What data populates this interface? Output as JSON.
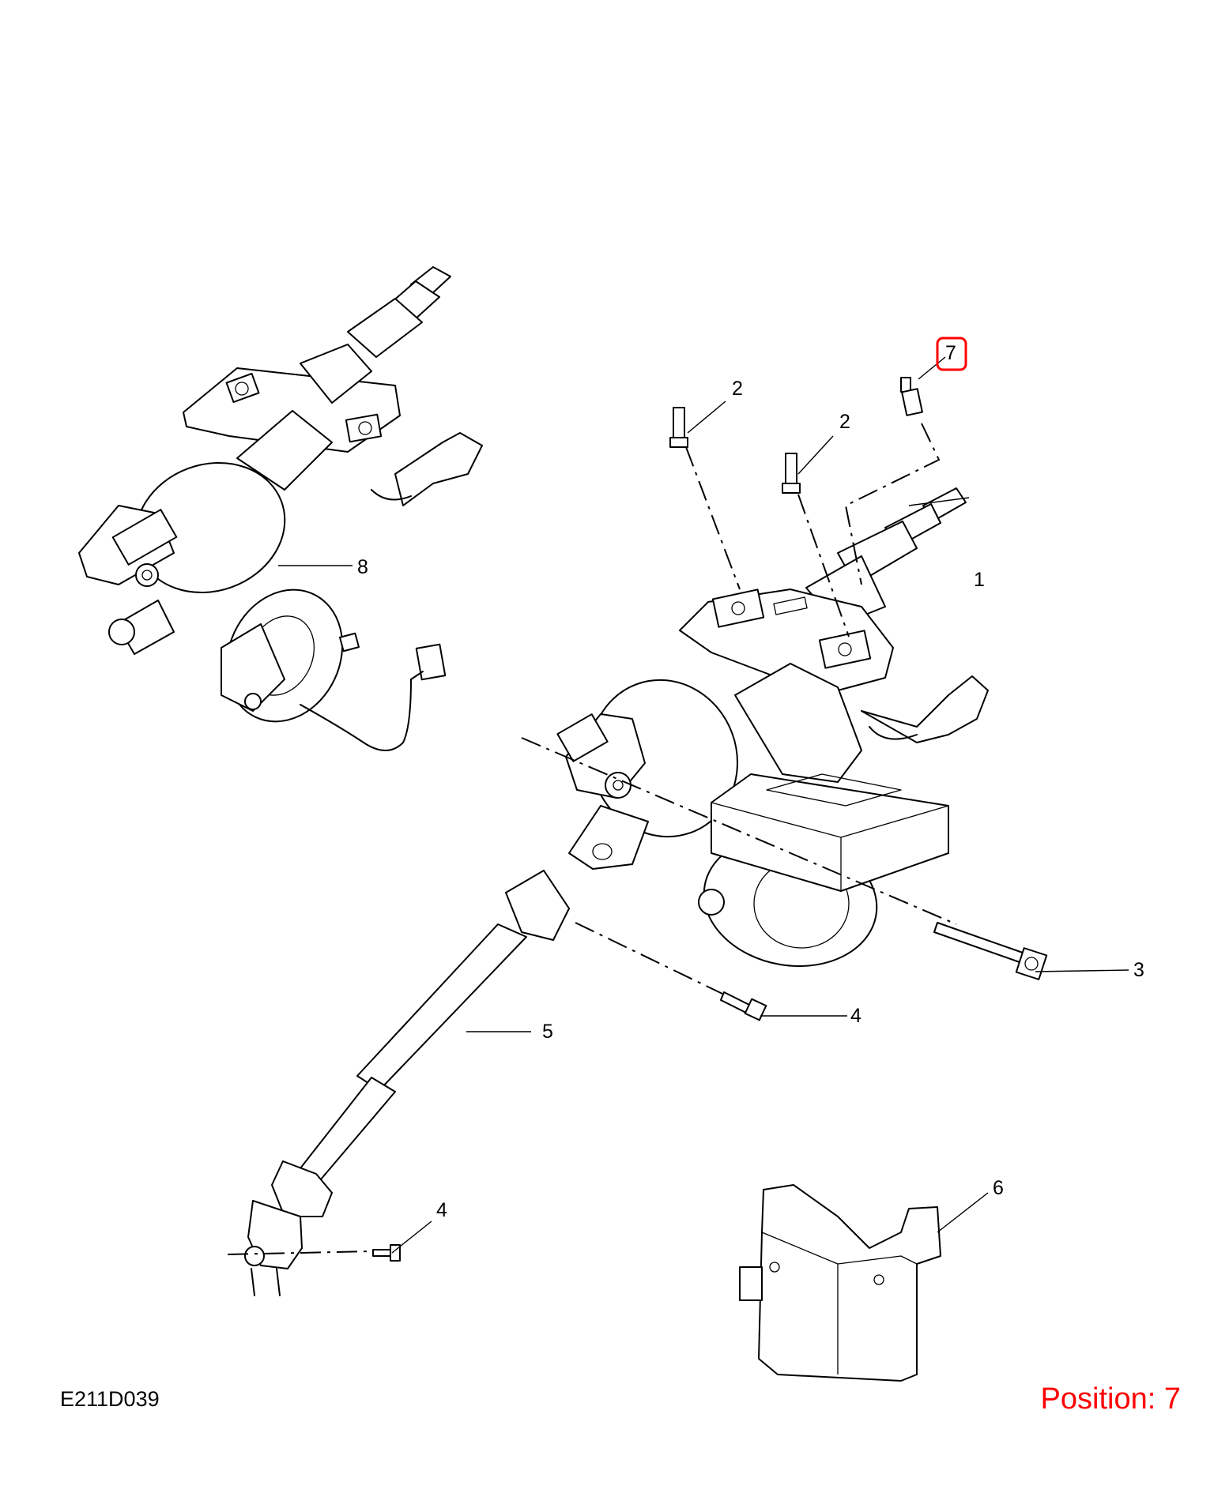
{
  "callouts": {
    "c1": "1",
    "c2a": "2",
    "c2b": "2",
    "c3": "3",
    "c4a": "4",
    "c4b": "4",
    "c5": "5",
    "c6": "6",
    "c7": "7",
    "c8": "8"
  },
  "highlight_color": "#ff0000",
  "footer": {
    "diagram_code": "E211D039",
    "position_label": "Position: 7"
  }
}
